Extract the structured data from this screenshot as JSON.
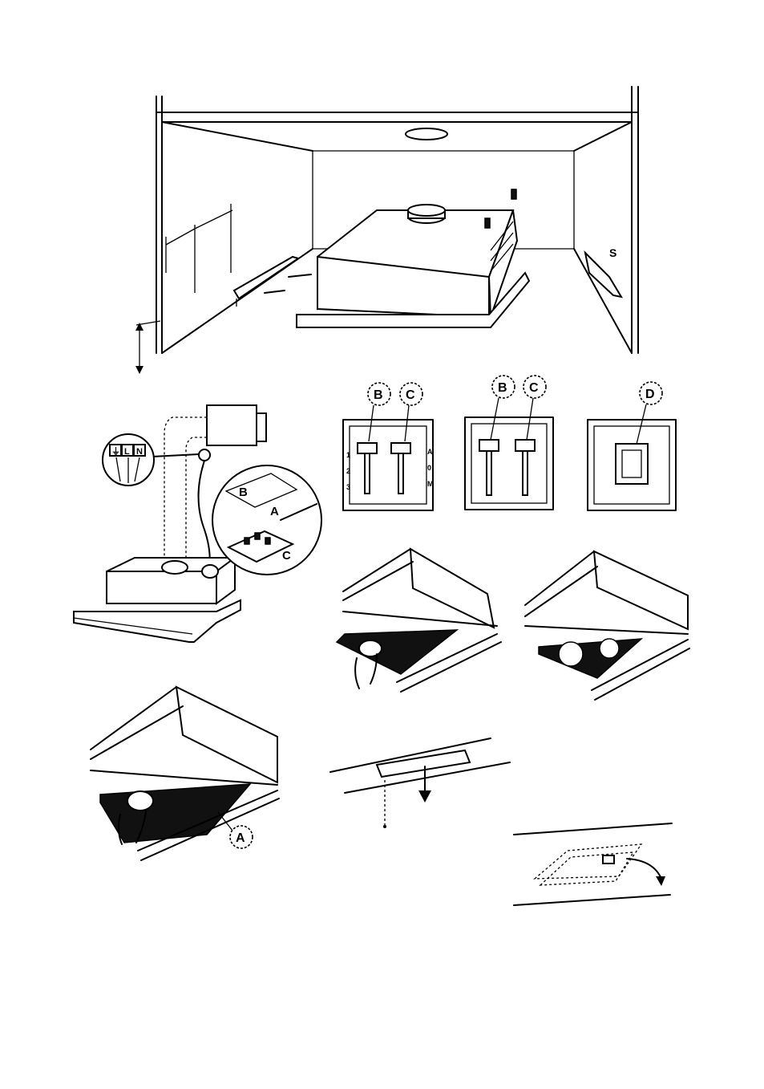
{
  "figure": {
    "installation": {
      "side_label": "S"
    },
    "wiring": {
      "terminals": [
        "⏚",
        "L",
        "N"
      ],
      "callout_labels": [
        "B",
        "A",
        "C"
      ]
    },
    "switch_panels": [
      {
        "labels": [
          "B",
          "C"
        ],
        "side_marks_left": [
          "1",
          "2",
          "3"
        ],
        "side_marks_right": [
          "A",
          "0",
          "M"
        ]
      },
      {
        "labels": [
          "B",
          "C"
        ]
      },
      {
        "labels": [
          "D"
        ]
      }
    ],
    "filter_view": {
      "label": "A"
    }
  }
}
